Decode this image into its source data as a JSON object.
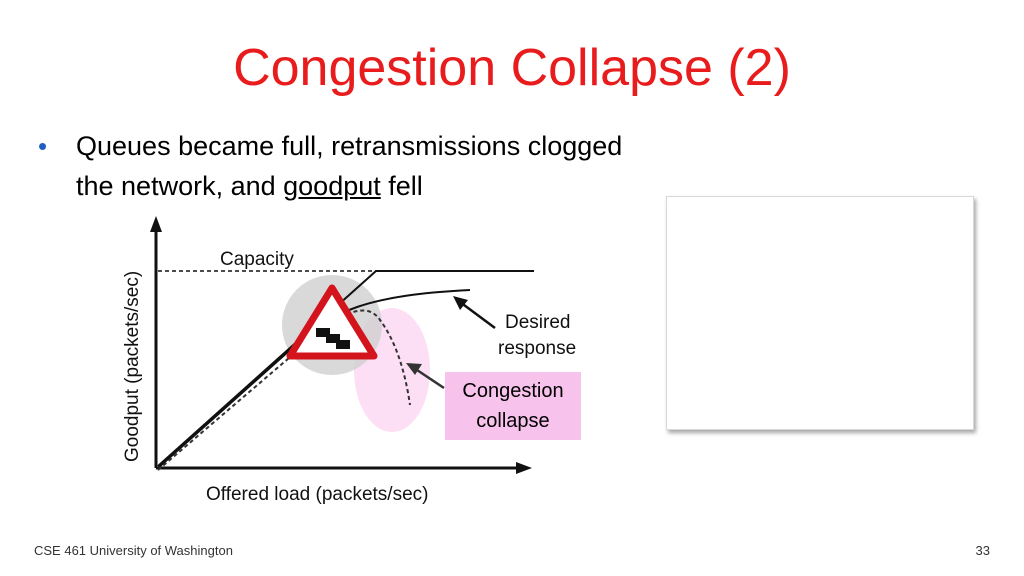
{
  "slide": {
    "title": "Congestion Collapse (2)",
    "bullet": {
      "before": "Queues became full, retransmissions clogged the network, and ",
      "underlined": "goodput",
      "after": " fell"
    },
    "footer_left": "CSE 461 University of Washington",
    "page_number": "33"
  },
  "diagram": {
    "capacity_label": "Capacity",
    "y_axis_label": "Goodput (packets/sec)",
    "x_axis_label": "Offered load (packets/sec)",
    "desired_label_line1": "Desired",
    "desired_label_line2": "response",
    "collapse_label_line1": "Congestion",
    "collapse_label_line2": "collapse",
    "colors": {
      "callout_pink": "#f7c3ec",
      "warning_red": "#d4141c",
      "title_red": "#e81c1c"
    }
  }
}
